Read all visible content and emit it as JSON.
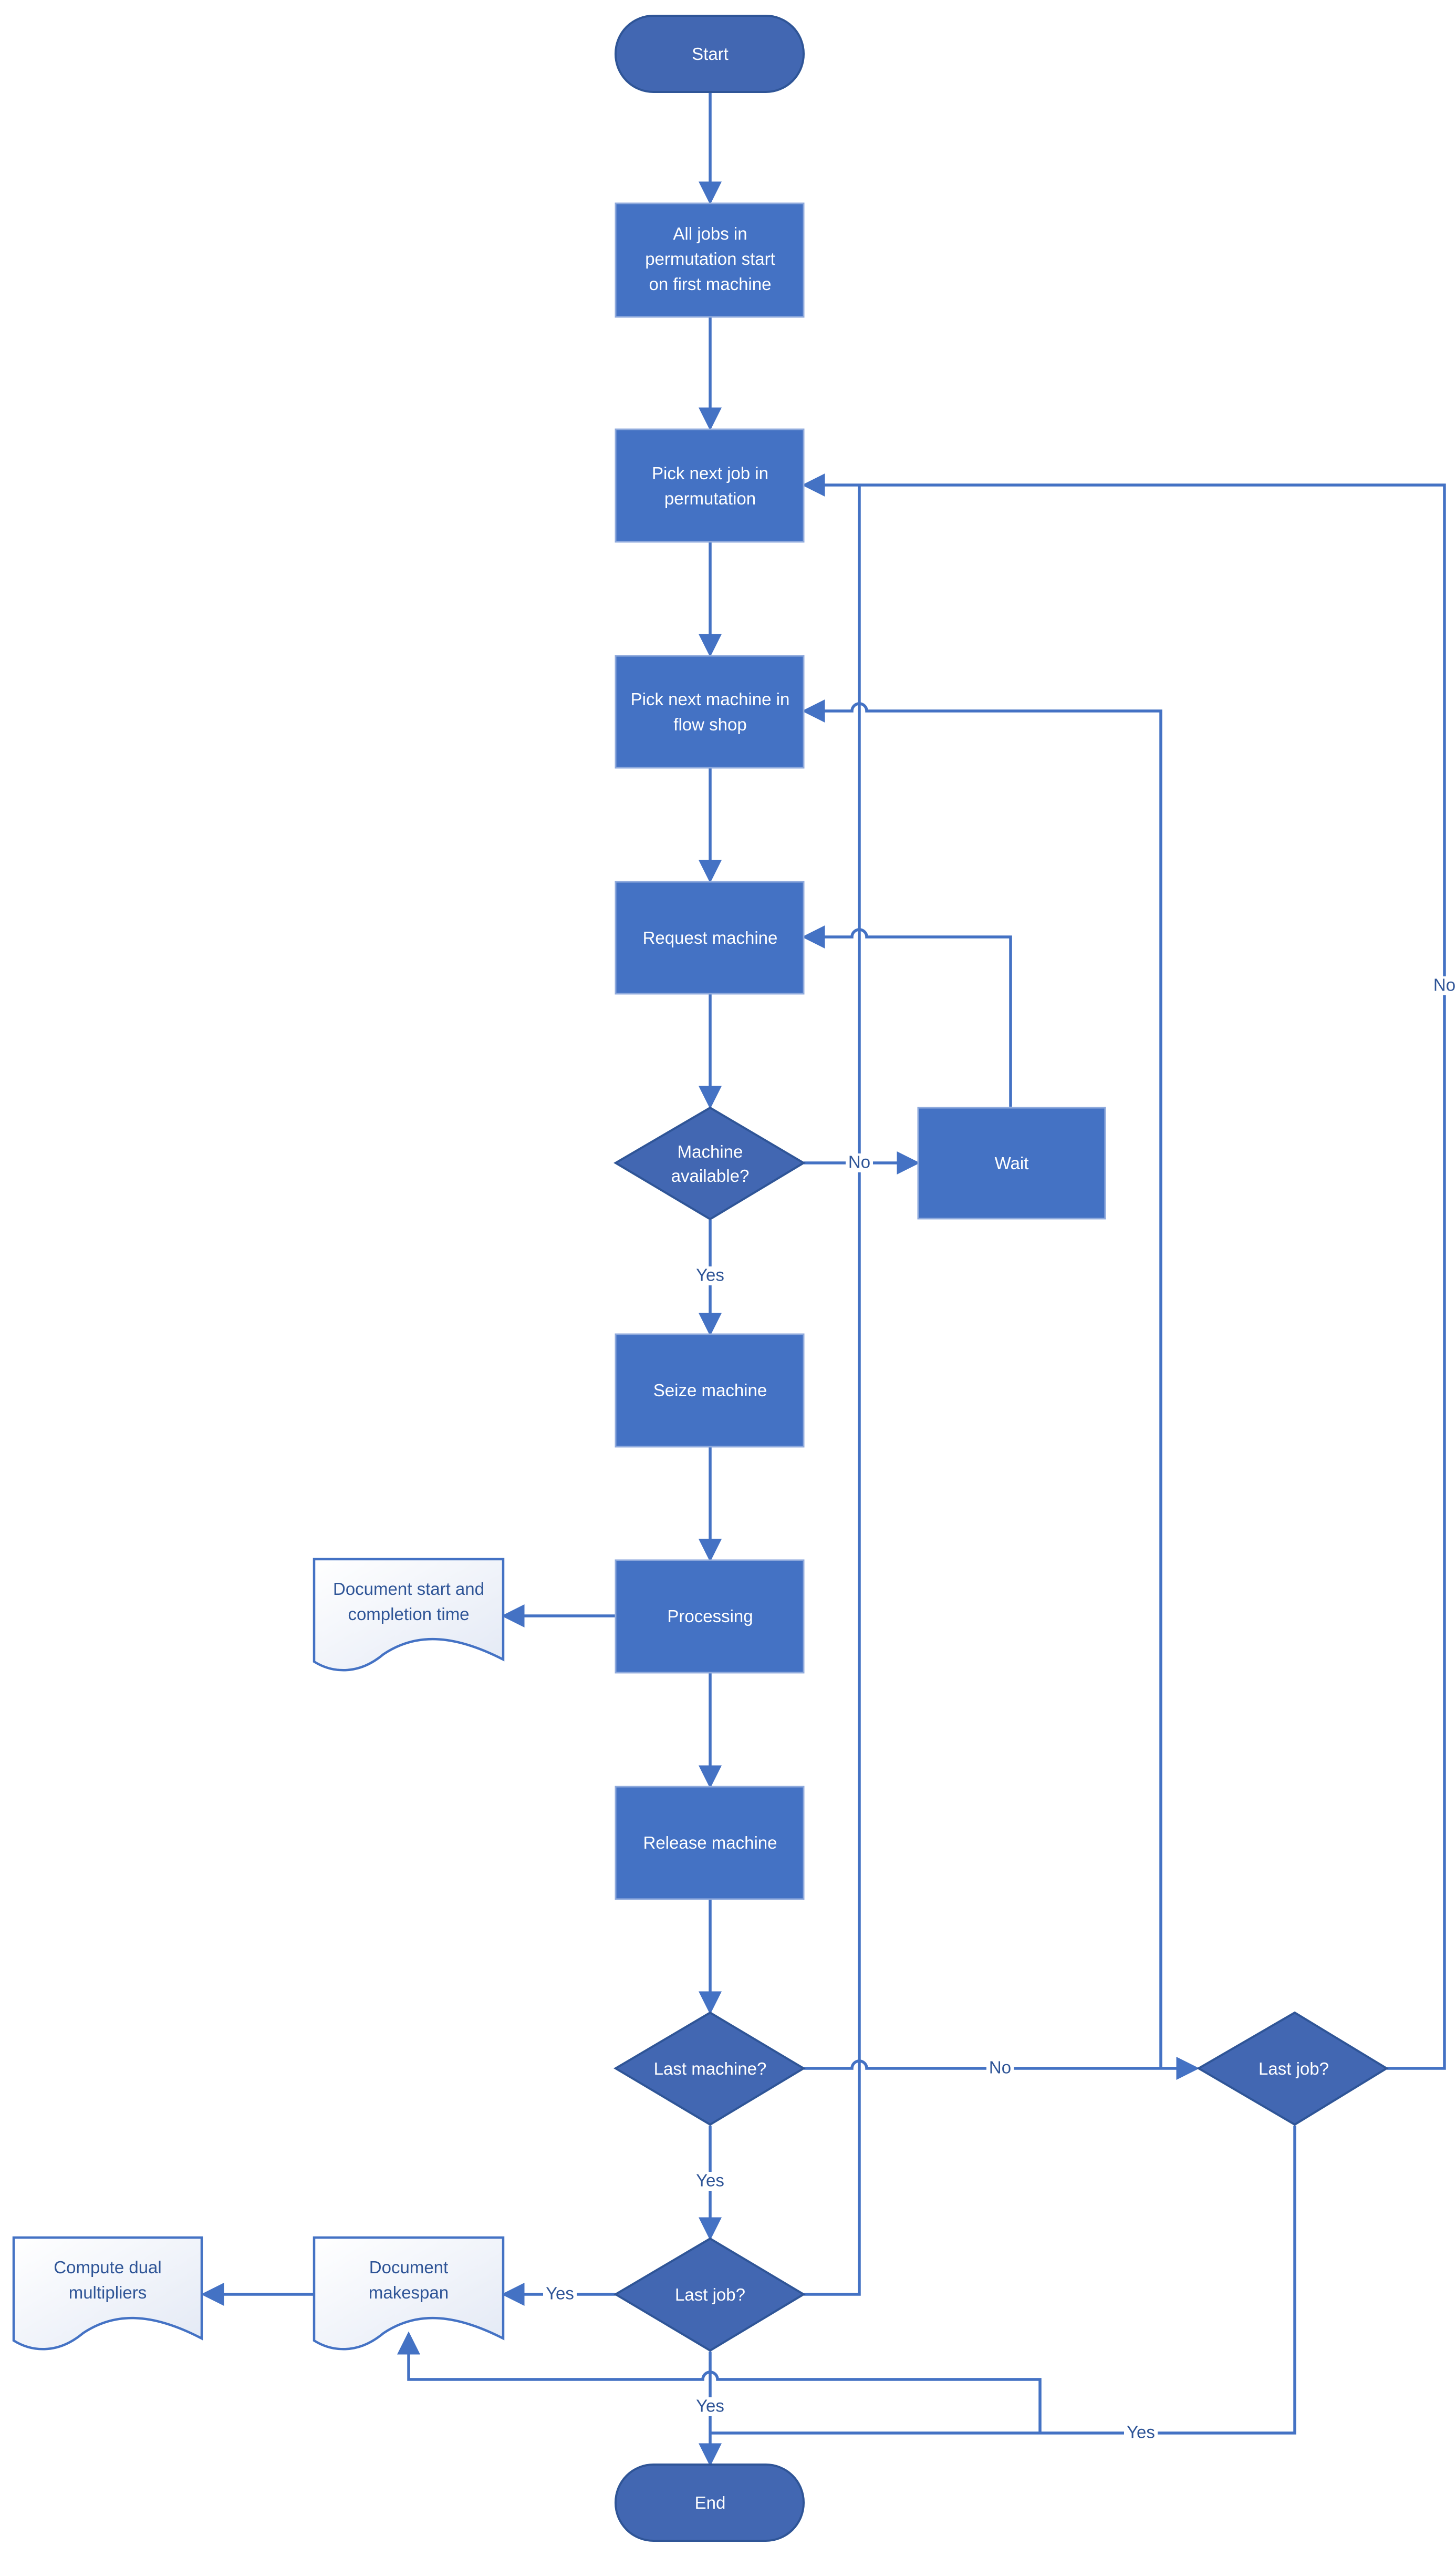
{
  "colors": {
    "process_fill": "#4472c4",
    "decision_fill": "#4267b2",
    "connector": "#4472c4",
    "label_text": "#2f5597"
  },
  "nodes": {
    "start": "Start",
    "all_jobs": [
      "All jobs in",
      "permutation start",
      "on first machine"
    ],
    "pick_job": [
      "Pick next job in",
      "permutation"
    ],
    "pick_machine": [
      "Pick next machine in",
      "flow shop"
    ],
    "request_machine": "Request machine",
    "machine_available": [
      "Machine",
      "available?"
    ],
    "wait": "Wait",
    "seize_machine": "Seize machine",
    "processing": "Processing",
    "doc_start_completion": [
      "Document start and",
      "completion time"
    ],
    "release_machine": "Release machine",
    "last_machine": "Last machine?",
    "last_job_right": "Last job?",
    "last_job_bottom": "Last job?",
    "doc_makespan": [
      "Document",
      "makespan"
    ],
    "compute_dual": [
      "Compute dual",
      "multipliers"
    ],
    "end": "End"
  },
  "edge_labels": {
    "available_no": "No",
    "available_yes": "Yes",
    "last_machine_no": "No",
    "last_machine_yes": "Yes",
    "last_job_right_no": "No",
    "last_job_right_yes": "Yes",
    "last_job_bottom_yes_left": "Yes",
    "last_job_bottom_yes_down": "Yes"
  }
}
